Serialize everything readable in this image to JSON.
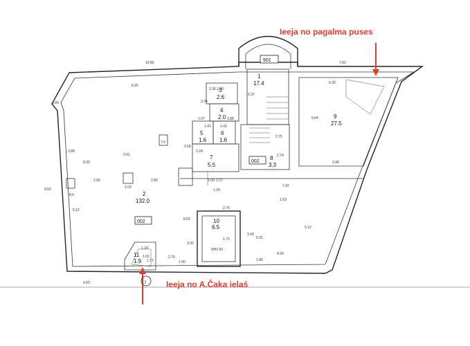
{
  "annotations": {
    "rear_entrance": "Ieeja no pagalma puses",
    "front_entrance": "Ieeja no A.Čaka ielaś"
  },
  "building_tags": {
    "top_box": "901",
    "stair_marker": "I",
    "room_tag_main": "002",
    "room_tag_small": "002"
  },
  "rooms": [
    {
      "num": "1",
      "area": "17.4"
    },
    {
      "num": "2",
      "area": "132.0"
    },
    {
      "num": "3",
      "area": "2.6"
    },
    {
      "num": "4",
      "area": "2.0"
    },
    {
      "num": "5",
      "area": "1.6"
    },
    {
      "num": "6",
      "area": "1.6"
    },
    {
      "num": "7",
      "area": "5.5"
    },
    {
      "num": "8",
      "area": "3.3"
    },
    {
      "num": "9",
      "area": "27.5"
    },
    {
      "num": "10",
      "area": "6.5"
    },
    {
      "num": "11",
      "area": "1.9"
    }
  ],
  "dimensions": [
    "10.80",
    "8.25",
    "7.82",
    "6.26",
    "5.64",
    "3.48",
    "7.42",
    "2.75",
    "2.74",
    "1.36",
    "1.90",
    "1.88",
    "1.07",
    "1.42",
    "1.43",
    "2.24",
    "3.18",
    "1.09",
    "1.27",
    "1.25",
    "2.90",
    "2.90",
    "3.91",
    "8.30",
    "2.88",
    "9.50",
    "5.12",
    "6.50",
    "8.82",
    "2.76",
    "1.72",
    "3.32",
    "3.43",
    "5.31",
    "1.86",
    "4.93",
    "5.12",
    "1.63",
    "2.76",
    "1.90",
    "1.14",
    "1.01",
    "1.72",
    "5.37",
    "3.34",
    "4.00",
    "7.6",
    "1.02",
    "8.6"
  ],
  "stair_label": "NH1.60",
  "colors": {
    "annotation": "#e63a2e",
    "walls": "#222222"
  }
}
